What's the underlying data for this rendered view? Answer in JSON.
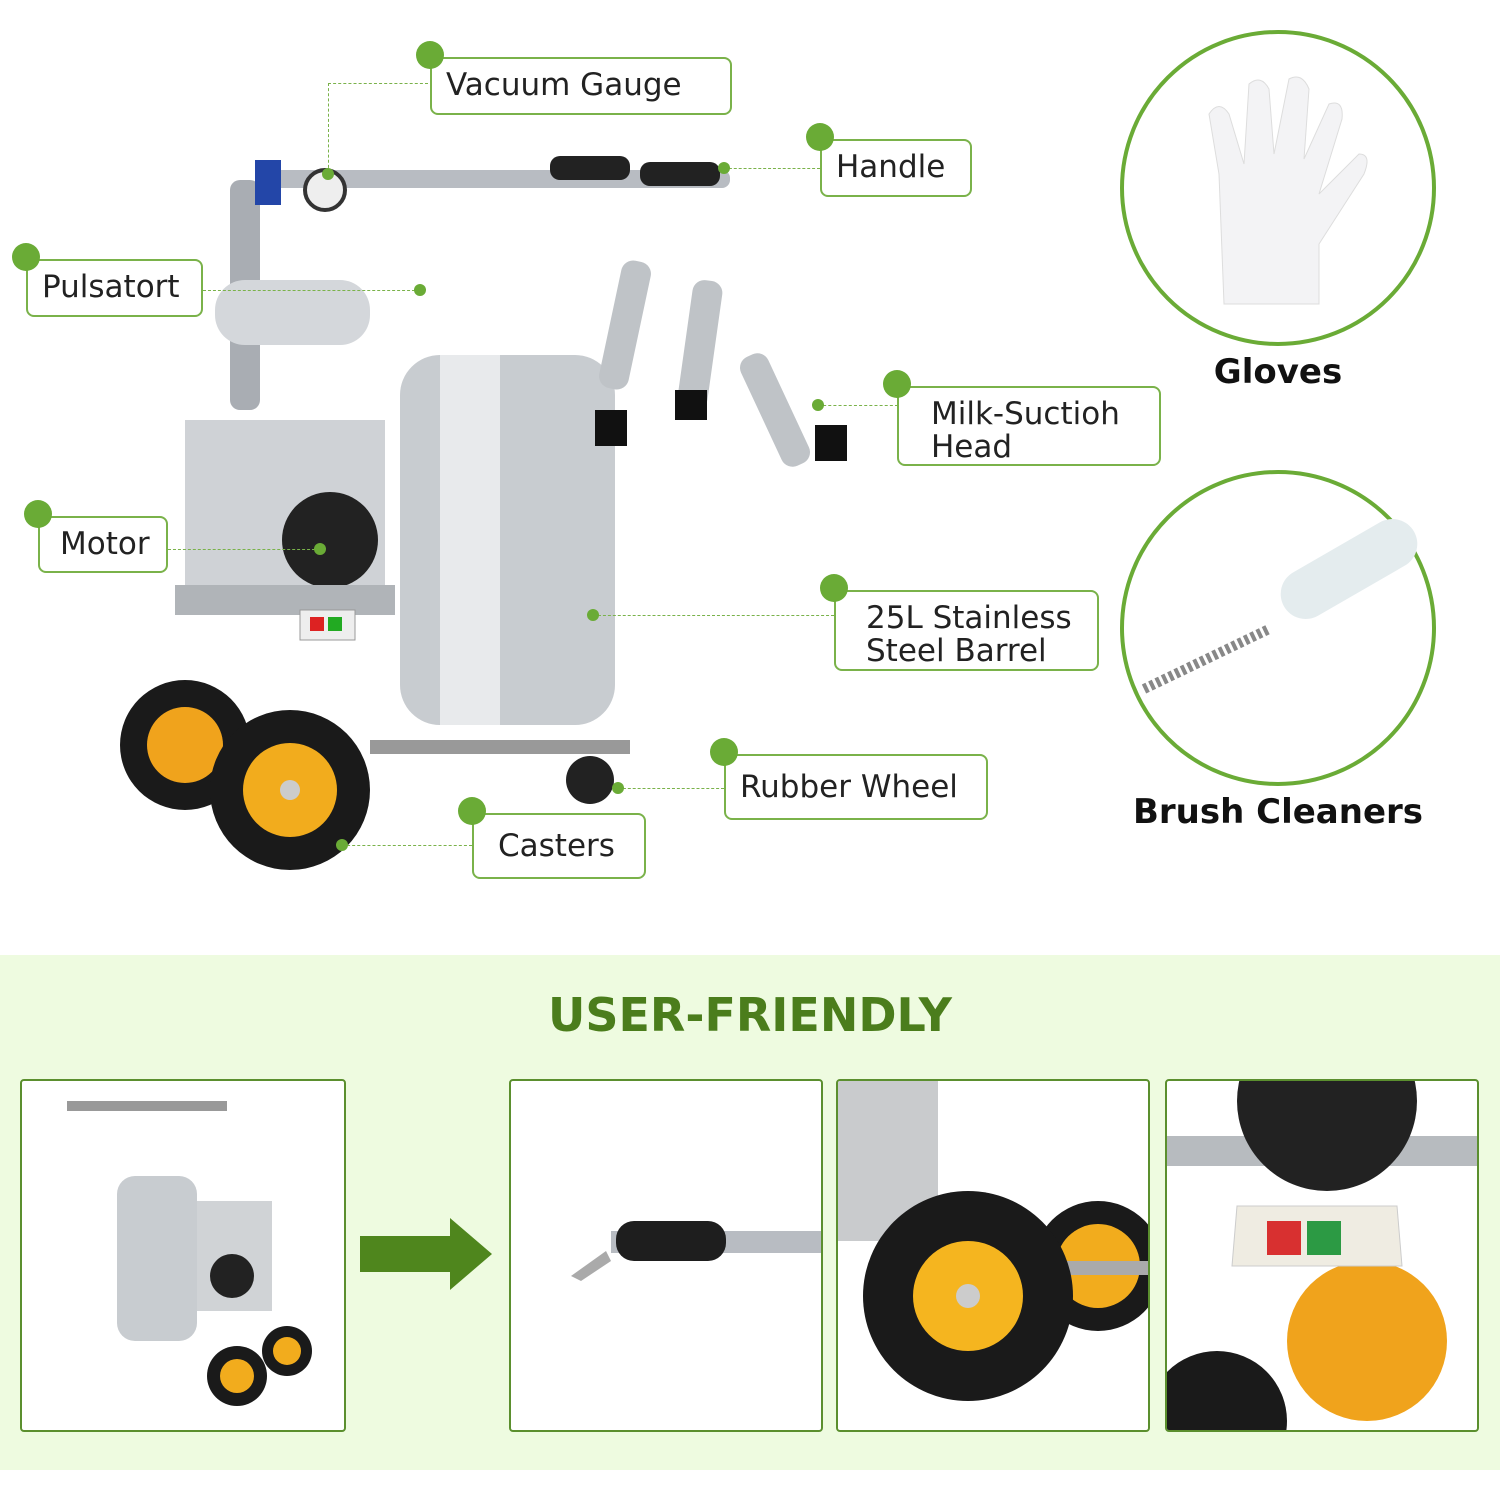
{
  "callouts": {
    "vacuum_gauge": "Vacuum Gauge",
    "handle": "Handle",
    "pulsator": "Pulsatort",
    "milk_suction_head_1": "Milk-Suctioh",
    "milk_suction_head_2": "Head",
    "motor": "Motor",
    "barrel_1": "25L Stainless",
    "barrel_2": "Steel Barrel",
    "rubber_wheel": "Rubber Wheel",
    "casters": "Casters"
  },
  "accessories": {
    "gloves": "Gloves",
    "brush": "Brush Cleaners"
  },
  "section": {
    "title": "USER-FRIENDLY"
  },
  "colors": {
    "accent": "#6aab36",
    "title": "#4b7d1c",
    "band": "#eefbe0"
  }
}
